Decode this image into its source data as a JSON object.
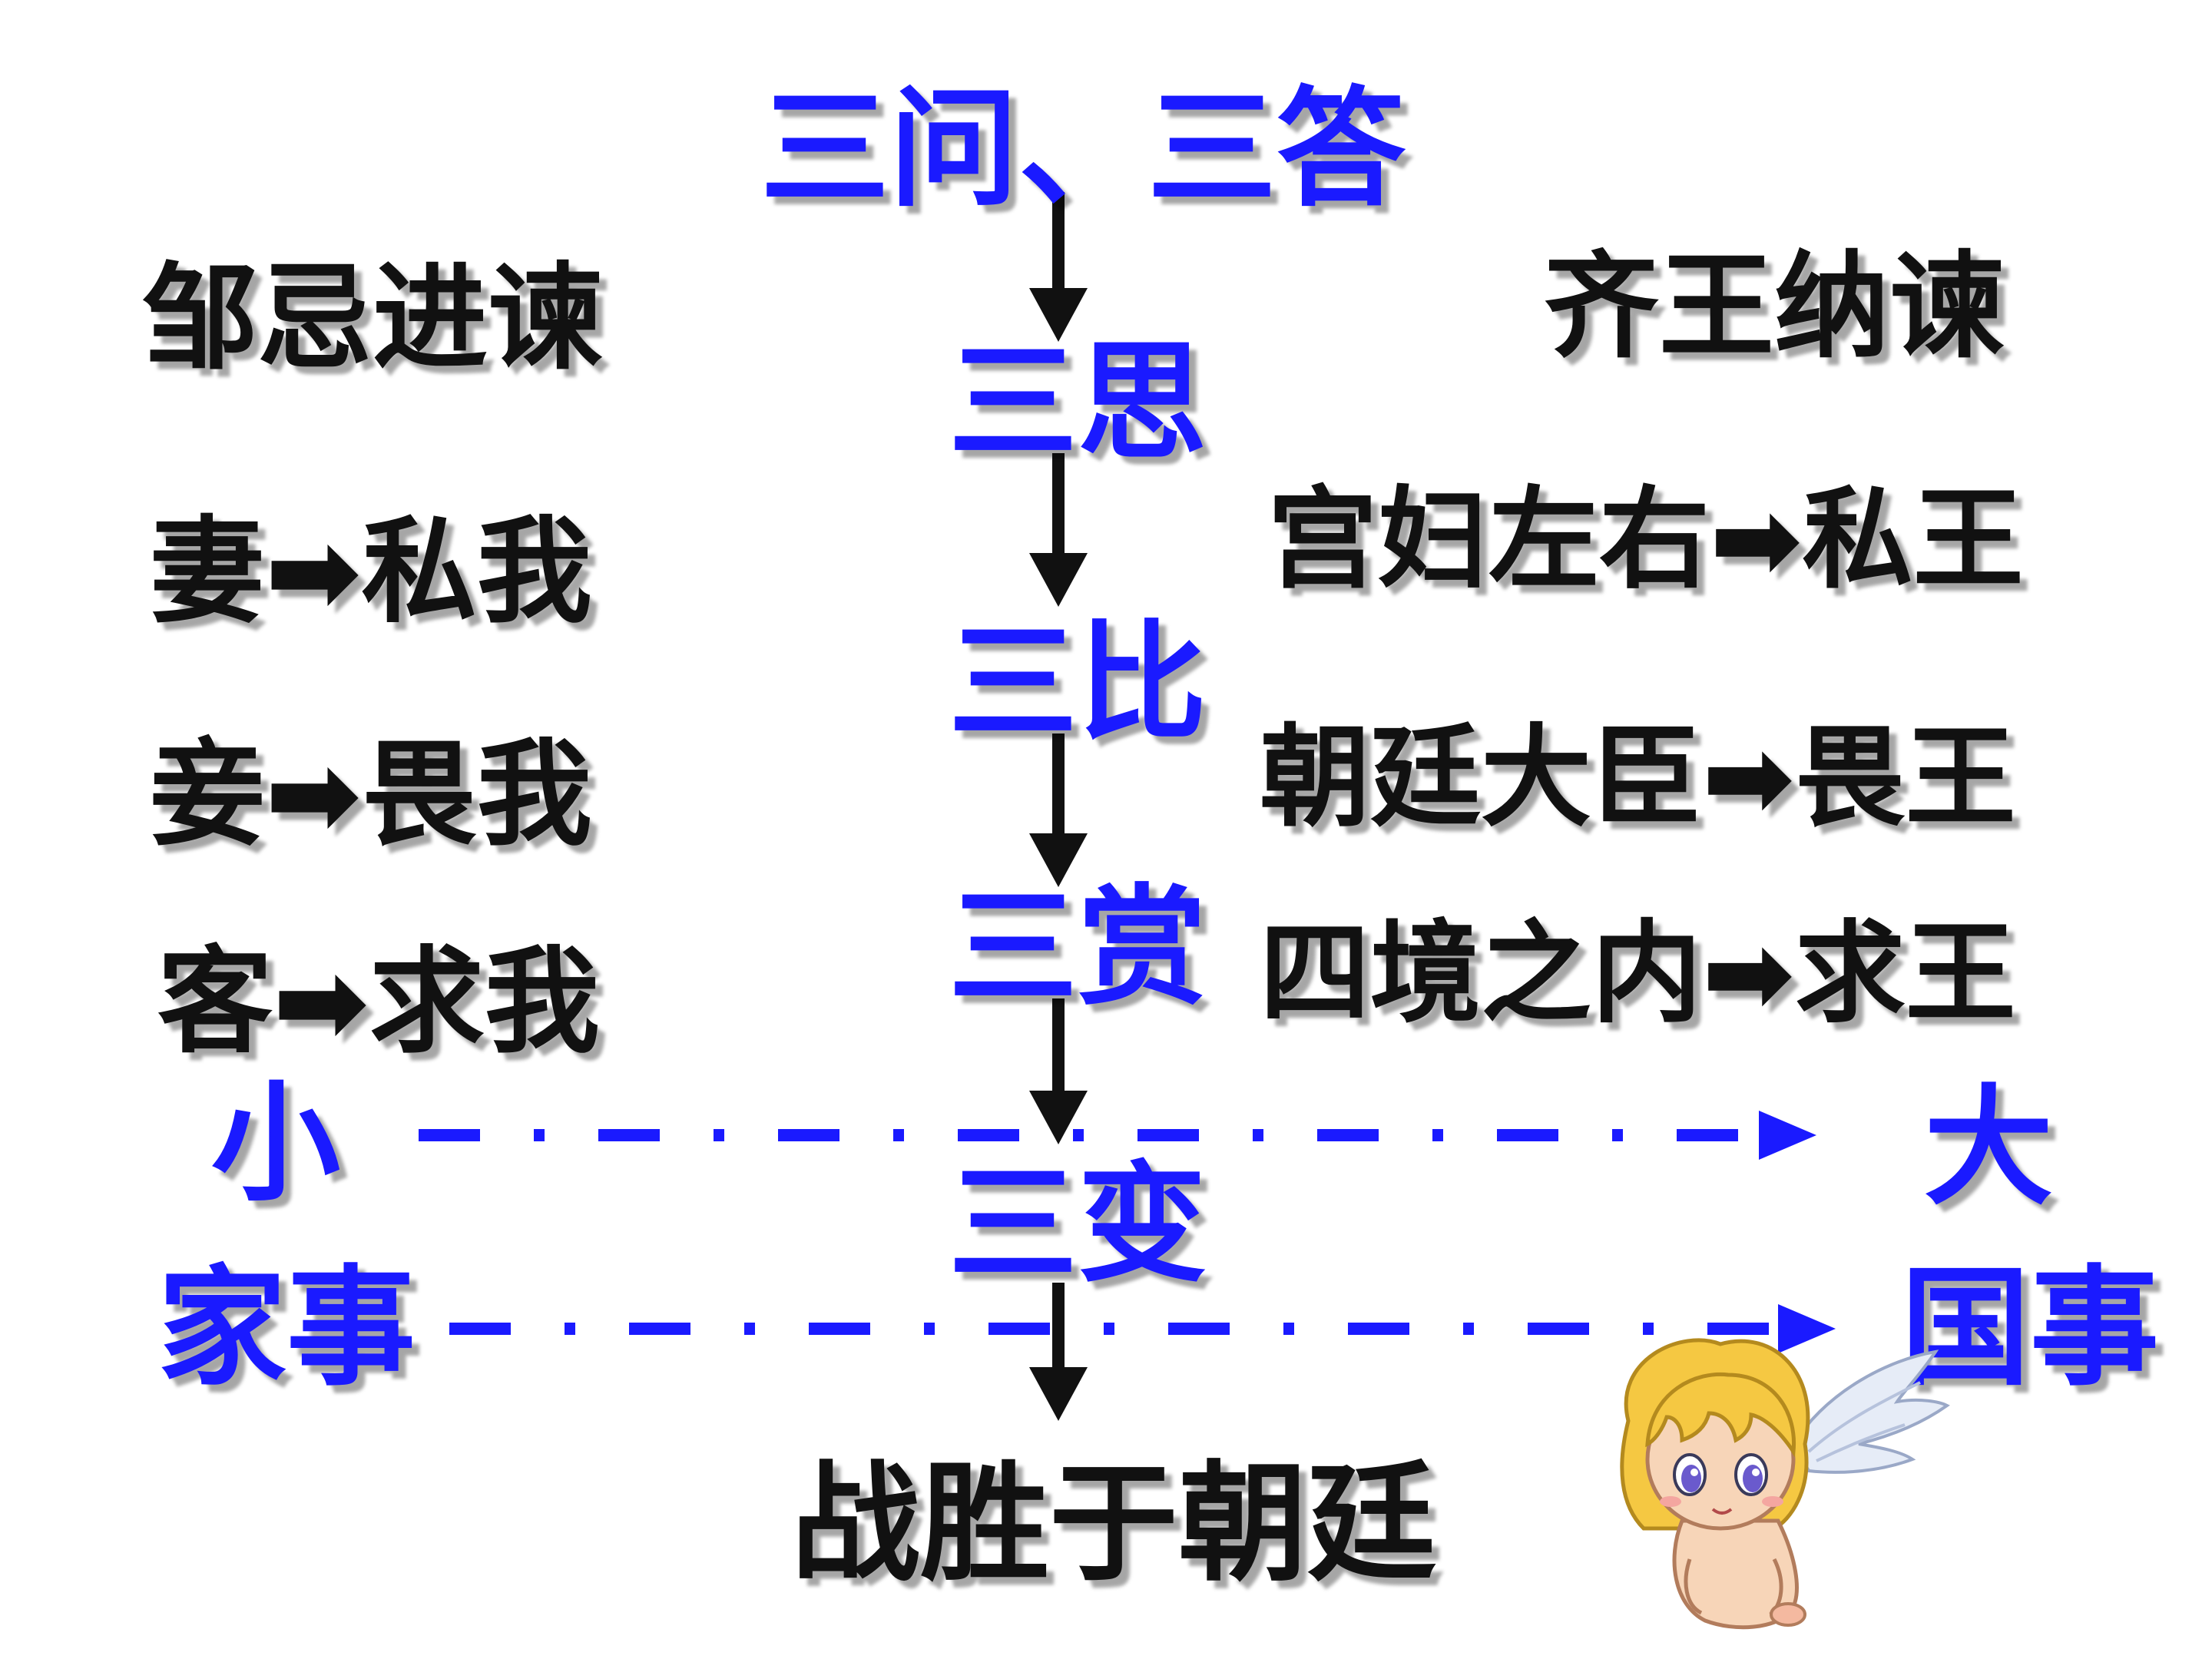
{
  "colors": {
    "blue": "#1a1aff",
    "black": "#111111",
    "skin": "#f7d5b8",
    "hair": "#f5c842",
    "wing": "#e6ecf7"
  },
  "center": {
    "top": "三问、三答",
    "steps": [
      "三思",
      "三比",
      "三赏",
      "三变"
    ],
    "bottom": "战胜于朝廷"
  },
  "left": {
    "title": "邹忌进谏",
    "items": [
      "妻➡私我",
      "妾➡畏我",
      "客➡求我"
    ]
  },
  "right": {
    "title": "齐王纳谏",
    "items": [
      "宫妇左右➡私王",
      "朝廷大臣➡畏王",
      "四境之内➡求王"
    ]
  },
  "scale_rows": [
    {
      "from": "小",
      "to": "大"
    },
    {
      "from": "家事",
      "to": "国事"
    }
  ],
  "decoration": {
    "icon": "cherub-icon"
  }
}
